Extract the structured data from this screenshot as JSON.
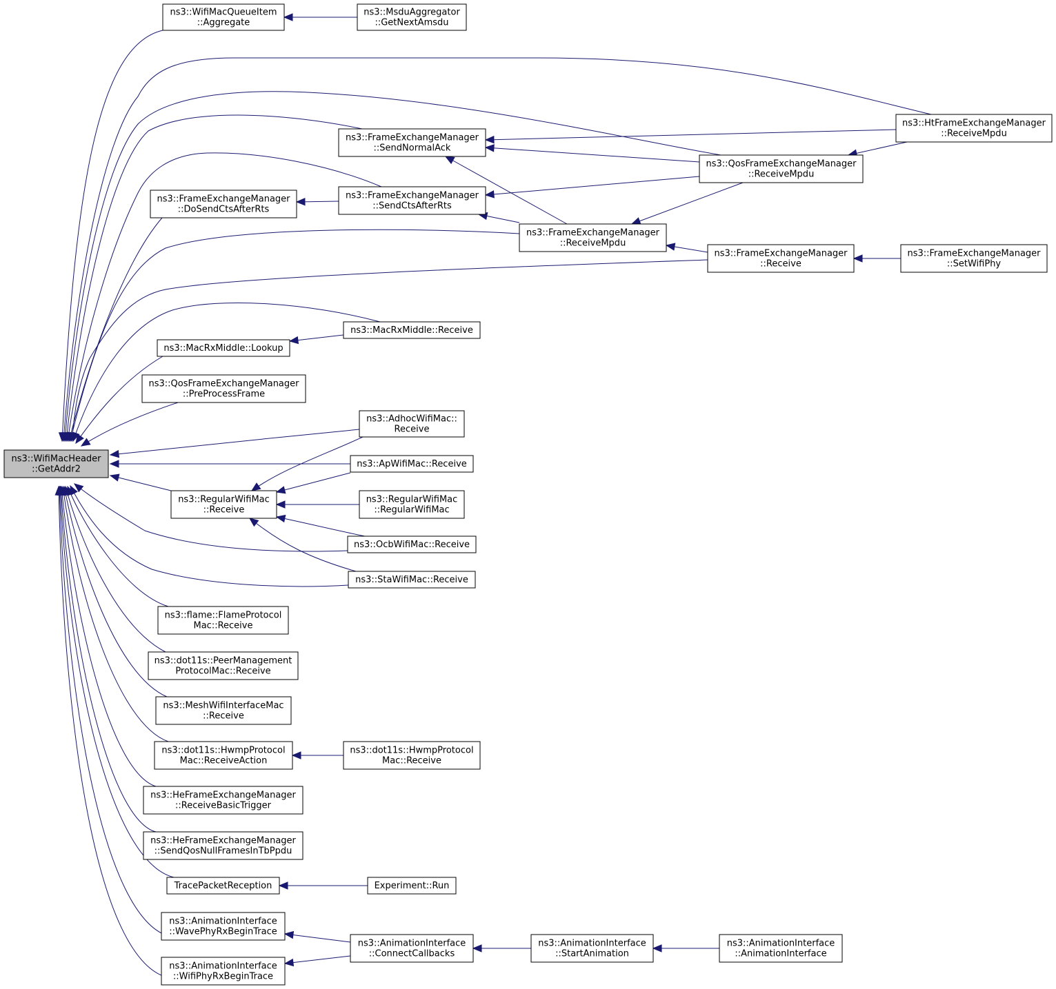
{
  "diagram": {
    "edge_color": "#191970",
    "root_fill": "#bfbfbf",
    "node_fill": "#ffffff",
    "nodes": [
      {
        "id": "root",
        "lines": [
          "ns3::WifiMacHeader",
          "::GetAddr2"
        ],
        "root": true
      },
      {
        "id": "n1",
        "lines": [
          "ns3::WifiMacQueueItem",
          "::Aggregate"
        ]
      },
      {
        "id": "n2",
        "lines": [
          "ns3::MsduAggregator",
          "::GetNextAmsdu"
        ]
      },
      {
        "id": "n3",
        "lines": [
          "ns3::HtFrameExchangeManager",
          "::ReceiveMpdu"
        ]
      },
      {
        "id": "n4",
        "lines": [
          "ns3::FrameExchangeManager",
          "::SendNormalAck"
        ]
      },
      {
        "id": "n5",
        "lines": [
          "ns3::QosFrameExchangeManager",
          "::ReceiveMpdu"
        ]
      },
      {
        "id": "n6",
        "lines": [
          "ns3::FrameExchangeManager",
          "::DoSendCtsAfterRts"
        ]
      },
      {
        "id": "n7",
        "lines": [
          "ns3::FrameExchangeManager",
          "::SendCtsAfterRts"
        ]
      },
      {
        "id": "n8",
        "lines": [
          "ns3::FrameExchangeManager",
          "::ReceiveMpdu"
        ]
      },
      {
        "id": "n9",
        "lines": [
          "ns3::FrameExchangeManager",
          "::Receive"
        ]
      },
      {
        "id": "n10",
        "lines": [
          "ns3::FrameExchangeManager",
          "::SetWifiPhy"
        ]
      },
      {
        "id": "n11",
        "lines": [
          "ns3::MacRxMiddle::Receive"
        ]
      },
      {
        "id": "n12",
        "lines": [
          "ns3::MacRxMiddle::Lookup"
        ]
      },
      {
        "id": "n13",
        "lines": [
          "ns3::QosFrameExchangeManager",
          "::PreProcessFrame"
        ]
      },
      {
        "id": "n14",
        "lines": [
          "ns3::AdhocWifiMac::",
          "Receive"
        ]
      },
      {
        "id": "n15",
        "lines": [
          "ns3::ApWifiMac::Receive"
        ]
      },
      {
        "id": "n16",
        "lines": [
          "ns3::RegularWifiMac",
          "::Receive"
        ]
      },
      {
        "id": "n17",
        "lines": [
          "ns3::RegularWifiMac",
          "::RegularWifiMac"
        ]
      },
      {
        "id": "n18",
        "lines": [
          "ns3::OcbWifiMac::Receive"
        ]
      },
      {
        "id": "n19",
        "lines": [
          "ns3::StaWifiMac::Receive"
        ]
      },
      {
        "id": "n20",
        "lines": [
          "ns3::flame::FlameProtocol",
          "Mac::Receive"
        ]
      },
      {
        "id": "n21",
        "lines": [
          "ns3::dot11s::PeerManagement",
          "ProtocolMac::Receive"
        ]
      },
      {
        "id": "n22",
        "lines": [
          "ns3::MeshWifiInterfaceMac",
          "::Receive"
        ]
      },
      {
        "id": "n23",
        "lines": [
          "ns3::dot11s::HwmpProtocol",
          "Mac::ReceiveAction"
        ]
      },
      {
        "id": "n24",
        "lines": [
          "ns3::dot11s::HwmpProtocol",
          "Mac::Receive"
        ]
      },
      {
        "id": "n25",
        "lines": [
          "ns3::HeFrameExchangeManager",
          "::ReceiveBasicTrigger"
        ]
      },
      {
        "id": "n26",
        "lines": [
          "ns3::HeFrameExchangeManager",
          "::SendQosNullFramesInTbPpdu"
        ]
      },
      {
        "id": "n27",
        "lines": [
          "TracePacketReception"
        ]
      },
      {
        "id": "n28",
        "lines": [
          "Experiment::Run"
        ]
      },
      {
        "id": "n29",
        "lines": [
          "ns3::AnimationInterface",
          "::WavePhyRxBeginTrace"
        ]
      },
      {
        "id": "n30",
        "lines": [
          "ns3::AnimationInterface",
          "::WifiPhyRxBeginTrace"
        ]
      },
      {
        "id": "n31",
        "lines": [
          "ns3::AnimationInterface",
          "::ConnectCallbacks"
        ]
      },
      {
        "id": "n32",
        "lines": [
          "ns3::AnimationInterface",
          "::StartAnimation"
        ]
      },
      {
        "id": "n33",
        "lines": [
          "ns3::AnimationInterface",
          "::AnimationInterface"
        ]
      }
    ],
    "edges": [
      {
        "from": "n1",
        "to": "root"
      },
      {
        "from": "n2",
        "to": "n1"
      },
      {
        "from": "n3",
        "to": "root"
      },
      {
        "from": "n5",
        "to": "root"
      },
      {
        "from": "n4",
        "to": "root"
      },
      {
        "from": "n7",
        "to": "root"
      },
      {
        "from": "n6",
        "to": "root"
      },
      {
        "from": "n8",
        "to": "root"
      },
      {
        "from": "n9",
        "to": "root"
      },
      {
        "from": "n11",
        "to": "root"
      },
      {
        "from": "n12",
        "to": "root"
      },
      {
        "from": "n13",
        "to": "root"
      },
      {
        "from": "n14",
        "to": "root"
      },
      {
        "from": "n15",
        "to": "root"
      },
      {
        "from": "n16",
        "to": "root"
      },
      {
        "from": "n18",
        "to": "root"
      },
      {
        "from": "n19",
        "to": "root"
      },
      {
        "from": "n20",
        "to": "root"
      },
      {
        "from": "n21",
        "to": "root"
      },
      {
        "from": "n22",
        "to": "root"
      },
      {
        "from": "n23",
        "to": "root"
      },
      {
        "from": "n25",
        "to": "root"
      },
      {
        "from": "n26",
        "to": "root"
      },
      {
        "from": "n27",
        "to": "root"
      },
      {
        "from": "n29",
        "to": "root"
      },
      {
        "from": "n30",
        "to": "root"
      },
      {
        "from": "n3",
        "to": "n4"
      },
      {
        "from": "n5",
        "to": "n4"
      },
      {
        "from": "n8",
        "to": "n4"
      },
      {
        "from": "n3",
        "to": "n5"
      },
      {
        "from": "n7",
        "to": "n6"
      },
      {
        "from": "n5",
        "to": "n7"
      },
      {
        "from": "n8",
        "to": "n7"
      },
      {
        "from": "n5",
        "to": "n8"
      },
      {
        "from": "n9",
        "to": "n8"
      },
      {
        "from": "n10",
        "to": "n9"
      },
      {
        "from": "n11",
        "to": "n12"
      },
      {
        "from": "n14",
        "to": "n16"
      },
      {
        "from": "n15",
        "to": "n16"
      },
      {
        "from": "n17",
        "to": "n16"
      },
      {
        "from": "n18",
        "to": "n16"
      },
      {
        "from": "n19",
        "to": "n16"
      },
      {
        "from": "n24",
        "to": "n23"
      },
      {
        "from": "n28",
        "to": "n27"
      },
      {
        "from": "n31",
        "to": "n29"
      },
      {
        "from": "n31",
        "to": "n30"
      },
      {
        "from": "n32",
        "to": "n31"
      },
      {
        "from": "n33",
        "to": "n32"
      }
    ]
  }
}
